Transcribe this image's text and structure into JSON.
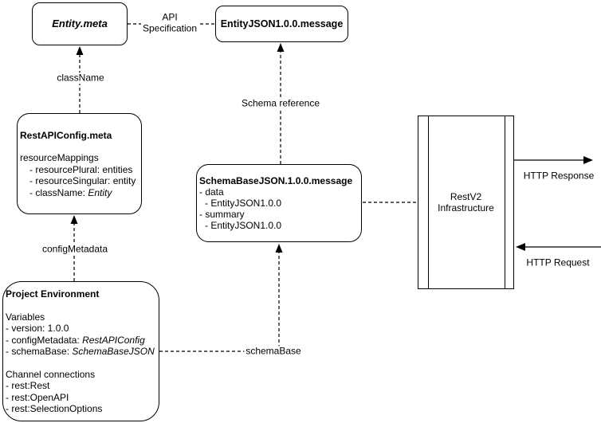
{
  "nodes": {
    "entity_meta": {
      "title": "Entity.meta"
    },
    "entity_json": {
      "title": "EntityJSON1.0.0.message"
    },
    "rest_api_config": {
      "title": "RestAPIConfig.meta",
      "section": "resourceMappings",
      "items": [
        "- resourcePlural: entities",
        "- resourceSingular: entity"
      ],
      "class_name_prefix": "- className: ",
      "class_name_value": "Entity"
    },
    "schema_base_json": {
      "title": "SchemaBaseJSON.1.0.0.message",
      "lines": [
        "- data",
        "- EntityJSON1.0.0",
        "- summary",
        "- EntityJSON1.0.0"
      ]
    },
    "project_environment": {
      "title": "Project Environment",
      "variables_header": "Variables",
      "version_line": "- version: 1.0.0",
      "config_metadata_prefix": "- configMetadata: ",
      "config_metadata_value": "RestAPIConfig",
      "schema_base_prefix": "- schemaBase: ",
      "schema_base_value": "SchemaBaseJSON",
      "channels_header": "Channel connections",
      "channels": [
        "- rest:Rest",
        "- rest:OpenAPI",
        "- rest:SelectionOptions"
      ]
    },
    "restv2": {
      "line1": "RestV2",
      "line2": "Infrastructure"
    }
  },
  "edges": {
    "api_specification": {
      "line1": "API",
      "line2": "Specification"
    },
    "class_name": {
      "label": "className"
    },
    "schema_reference": {
      "label": "Schema reference"
    },
    "config_metadata": {
      "label": "configMetadata"
    },
    "schema_base": {
      "label": "schemaBase"
    },
    "http_response": {
      "label": "HTTP Response"
    },
    "http_request": {
      "label": "HTTP Request"
    }
  },
  "colors": {
    "stroke": "#000000",
    "background": "#ffffff",
    "text": "#000000"
  }
}
